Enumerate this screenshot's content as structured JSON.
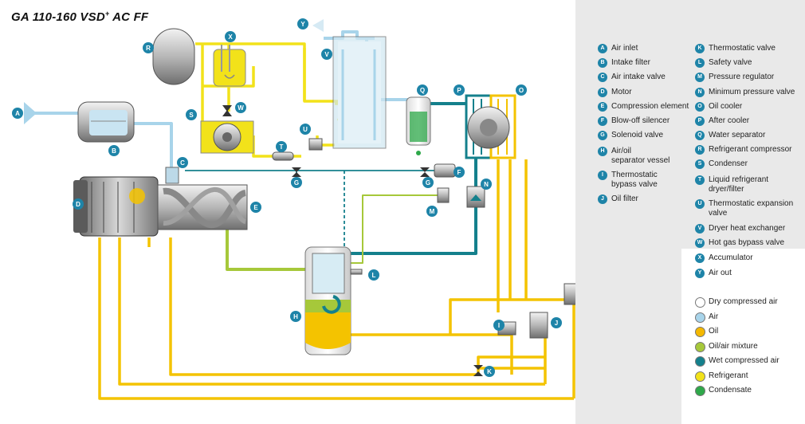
{
  "title": {
    "main": "GA 110-160 VSD",
    "sup": "+",
    "rest": " AC FF"
  },
  "components": [
    {
      "letter": "A",
      "label": "Air inlet"
    },
    {
      "letter": "B",
      "label": "Intake filter"
    },
    {
      "letter": "C",
      "label": "Air intake valve"
    },
    {
      "letter": "D",
      "label": "Motor"
    },
    {
      "letter": "E",
      "label": "Compression element"
    },
    {
      "letter": "F",
      "label": "Blow-off silencer"
    },
    {
      "letter": "G",
      "label": "Solenoid valve"
    },
    {
      "letter": "H",
      "label": "Air/oil",
      "label2": "separator vessel"
    },
    {
      "letter": "I",
      "label": "Thermostatic",
      "label2": "bypass valve"
    },
    {
      "letter": "J",
      "label": "Oil filter"
    },
    {
      "letter": "K",
      "label": "Thermostatic valve"
    },
    {
      "letter": "L",
      "label": "Safety valve"
    },
    {
      "letter": "M",
      "label": "Pressure regulator"
    },
    {
      "letter": "N",
      "label": "Minimum pressure valve"
    },
    {
      "letter": "O",
      "label": "Oil cooler"
    },
    {
      "letter": "P",
      "label": "After cooler"
    },
    {
      "letter": "Q",
      "label": "Water separator"
    },
    {
      "letter": "R",
      "label": "Refrigerant compressor"
    },
    {
      "letter": "S",
      "label": "Condenser"
    },
    {
      "letter": "T",
      "label": "Liquid refrigerant",
      "label2": "dryer/filter"
    },
    {
      "letter": "U",
      "label": "Thermostatic expansion",
      "label2": "valve"
    },
    {
      "letter": "V",
      "label": "Dryer heat exchanger"
    },
    {
      "letter": "W",
      "label": "Hot gas bypass valve"
    },
    {
      "letter": "X",
      "label": "Accumulator"
    },
    {
      "letter": "Y",
      "label": "Air out"
    }
  ],
  "flows": [
    {
      "label": "Dry compressed air",
      "color": "#ffffff"
    },
    {
      "label": "Air",
      "color": "#a8d4ea"
    },
    {
      "label": "Oil",
      "color": "#f4b800"
    },
    {
      "label": "Oil/air mixture",
      "color": "#a6c83a"
    },
    {
      "label": "Wet compressed air",
      "color": "#14808c"
    },
    {
      "label": "Refrigerant",
      "color": "#f2e21a"
    },
    {
      "label": "Condensate",
      "color": "#2ea84a"
    }
  ],
  "colors": {
    "badge": "#1e84a8",
    "panel": "#e9e9e9"
  }
}
